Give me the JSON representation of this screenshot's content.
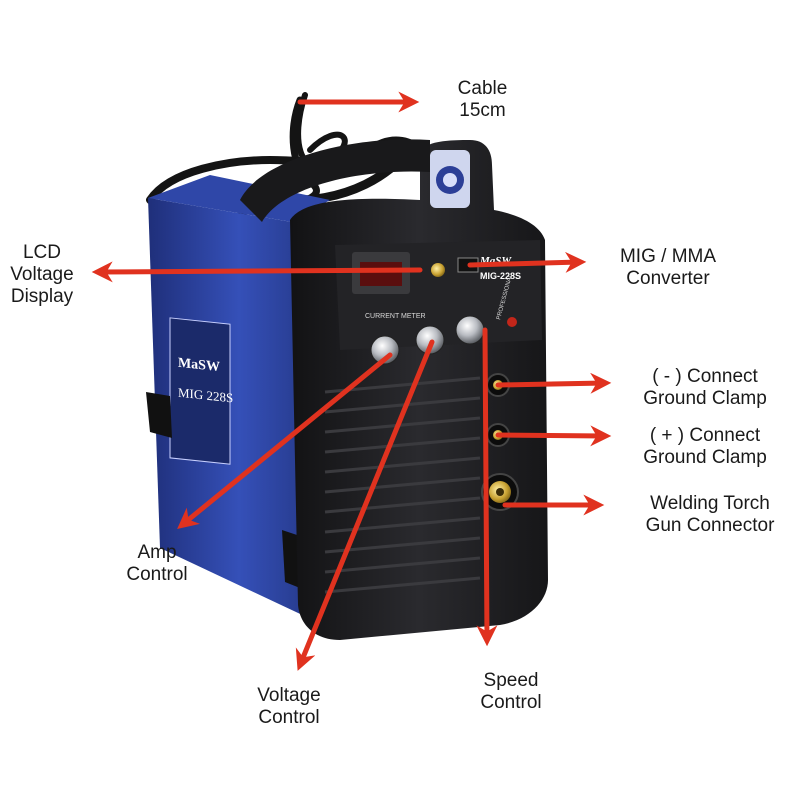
{
  "labels": {
    "cable": [
      "Cable",
      "15cm"
    ],
    "lcd": [
      "LCD",
      "Voltage",
      "Display"
    ],
    "converter": [
      "MIG / MMA",
      "Converter"
    ],
    "neg_clamp": [
      "( - ) Connect",
      "Ground Clamp"
    ],
    "pos_clamp": [
      "( + ) Connect",
      "Ground Clamp"
    ],
    "torch": [
      "Welding Torch",
      "Gun Connector"
    ],
    "amp": [
      "Amp",
      "Control"
    ],
    "voltage": [
      "Voltage",
      "Control"
    ],
    "speed": [
      "Speed",
      "Control"
    ]
  },
  "machine": {
    "brand": "MaSW",
    "model": "MIG-228S",
    "side_model": "MIG 228S",
    "meter_caption": "CURRENT METER",
    "badge": "PROFESSIONAL"
  },
  "colors": {
    "arrow": "#e0321f",
    "body_blue": "#2a3f9a",
    "front_black": "#1c1c1e"
  }
}
